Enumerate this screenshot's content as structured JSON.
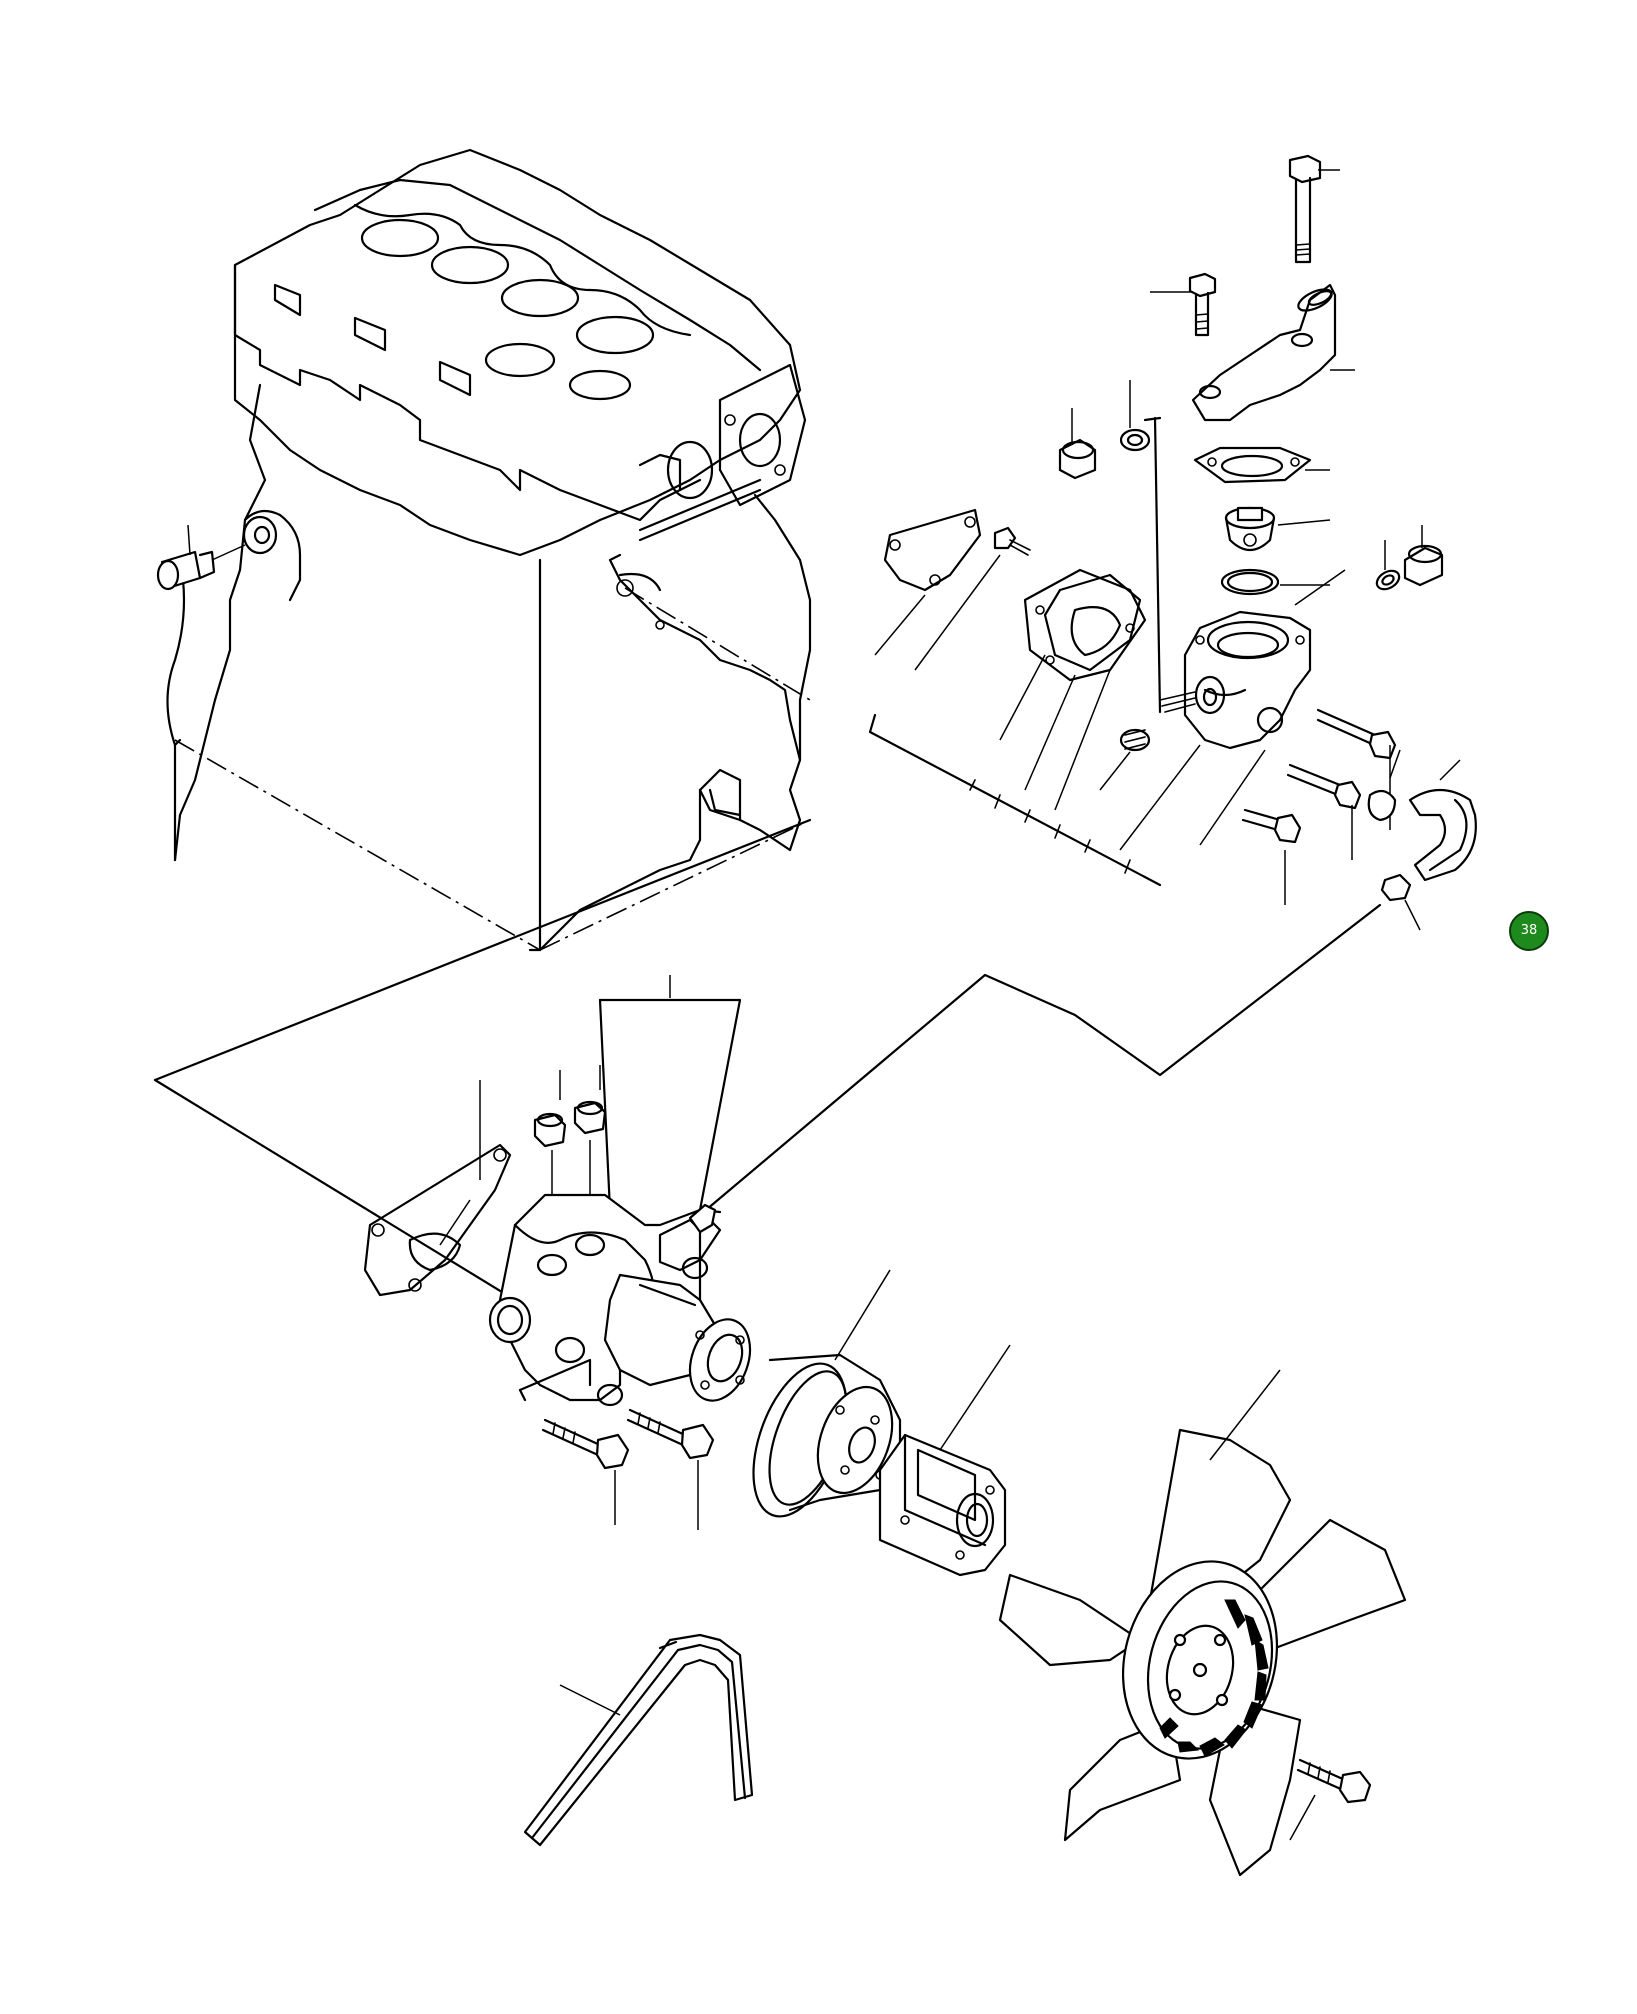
{
  "page_badge": {
    "label": "38",
    "color": "#1e8a1e"
  },
  "diagram": {
    "style": "black line-art exploded parts view",
    "assemblies": [
      "engine-block",
      "thermostat-housing",
      "water-pump",
      "pulley",
      "spacer",
      "fan",
      "v-belt"
    ]
  }
}
